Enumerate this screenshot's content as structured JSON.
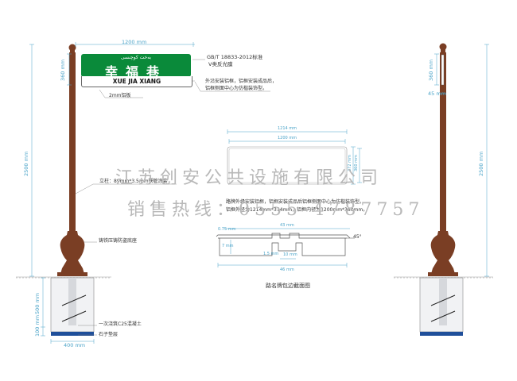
{
  "dims": {
    "width_1200_top": "1200 mm",
    "h360_left": "360 mm",
    "h2500_left": "2500 mm",
    "h500_left": "500 mm",
    "h100_left": "100 mm",
    "w400": "400 mm",
    "h360_right": "360 mm",
    "w45_right": "45 mm",
    "h2500_right": "2500 mm",
    "w1214": "1214 mm",
    "w1200_mid": "1200 mm",
    "h372": "372 mm",
    "h360_mid": "360 mm",
    "t075": "0.75 mm",
    "w43": "43 mm",
    "angle45": "45°",
    "h7": "7 mm",
    "h15": "1.5 mm",
    "w10": "10 mm",
    "w46": "46 mm"
  },
  "sign": {
    "uyghur": "بەخت كوچىسى",
    "chinese": "幸福巷",
    "pinyin": "XUE JIA XIANG"
  },
  "annotations": {
    "std": "GB/T 18833-2012标准",
    "film": "V类反光膜",
    "outer1": "外沿安装铝框，铝框安装成品后，",
    "outer2": "铝框侧面中心为仿楷装饰型。",
    "plate": "2mm铝板",
    "pole": "立柱：89mm*3.5mm铁管涂装",
    "base": "铸铁压铸防盗底座",
    "mid1": "路牌外缘安装铝框，铝框安装成品后铝框侧面中心为仿楷装饰型。",
    "mid2": "铝框外径为1214mm*374mm，铝框内径为1200mm*360mm。",
    "concrete": "一次浇筑C25混凝土",
    "gravel": "石子垫层",
    "section_title": "路名牌包边截面图"
  },
  "watermark": {
    "line1": "江苏创安公共设施有限公司",
    "line2": "销售热线：0555-4787757"
  },
  "colors": {
    "pole": "#7a3e24",
    "sign_green": "#0a8a3a",
    "dimension": "#4aa3c8",
    "gravel": "#1f4f9a",
    "watermark": "#b8b8b8"
  }
}
